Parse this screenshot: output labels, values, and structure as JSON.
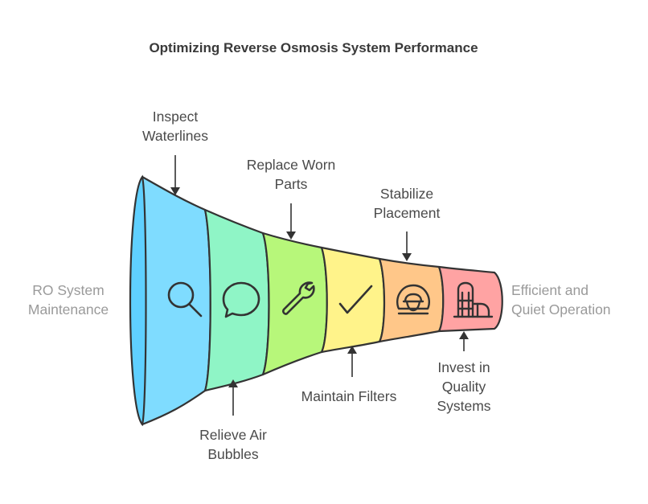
{
  "title": "Optimizing Reverse Osmosis System Performance",
  "input_label": [
    "RO System",
    "Maintenance"
  ],
  "output_label": [
    "Efficient and",
    "Quiet Operation"
  ],
  "stages": [
    {
      "label": [
        "Inspect",
        "Waterlines"
      ],
      "icon": "magnifier-icon",
      "color": "#7fdcff"
    },
    {
      "label": [
        "Relieve Air",
        "Bubbles"
      ],
      "icon": "speech-bubble-icon",
      "color": "#8ff5c6"
    },
    {
      "label": [
        "Replace Worn",
        "Parts"
      ],
      "icon": "wrench-icon",
      "color": "#b7f77a"
    },
    {
      "label": [
        "Maintain Filters"
      ],
      "icon": "checkmark-icon",
      "color": "#fff38a"
    },
    {
      "label": [
        "Stabilize",
        "Placement"
      ],
      "icon": "construction-worker-icon",
      "color": "#ffc789"
    },
    {
      "label": [
        "Invest in",
        "Quality",
        "Systems"
      ],
      "icon": "building-icon",
      "color": "#ffa3a3"
    }
  ]
}
